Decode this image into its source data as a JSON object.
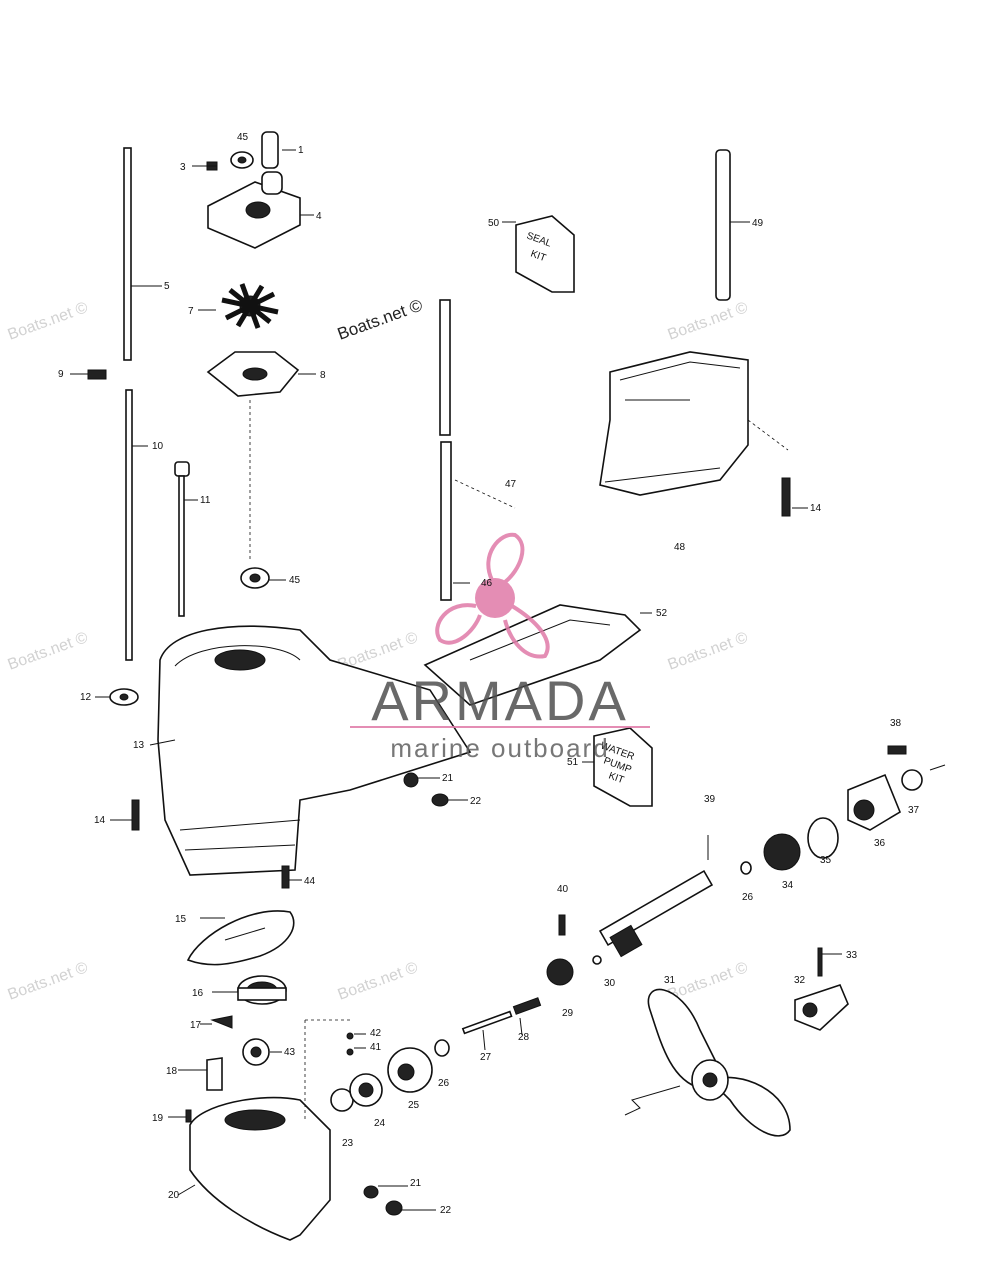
{
  "watermark": "Boats.net ©",
  "brand": {
    "name": "ARMADA",
    "tagline": "marine outboard",
    "color": "#e07aa8"
  },
  "kits": {
    "seal": [
      "SEAL",
      "KIT"
    ],
    "water_pump": [
      "WATER",
      "PUMP",
      "KIT"
    ]
  },
  "parts": [
    "1",
    "3",
    "4",
    "45",
    "5",
    "7",
    "8",
    "9",
    "10",
    "11",
    "45",
    "12",
    "13",
    "14",
    "15",
    "16",
    "17",
    "18",
    "19",
    "20",
    "21",
    "22",
    "23",
    "24",
    "25",
    "26",
    "27",
    "28",
    "29",
    "30",
    "31",
    "32",
    "33",
    "34",
    "35",
    "36",
    "37",
    "38",
    "39",
    "40",
    "41",
    "42",
    "43",
    "44",
    "46",
    "47",
    "48",
    "49",
    "50",
    "51",
    "52",
    "14",
    "21",
    "22",
    "26"
  ]
}
